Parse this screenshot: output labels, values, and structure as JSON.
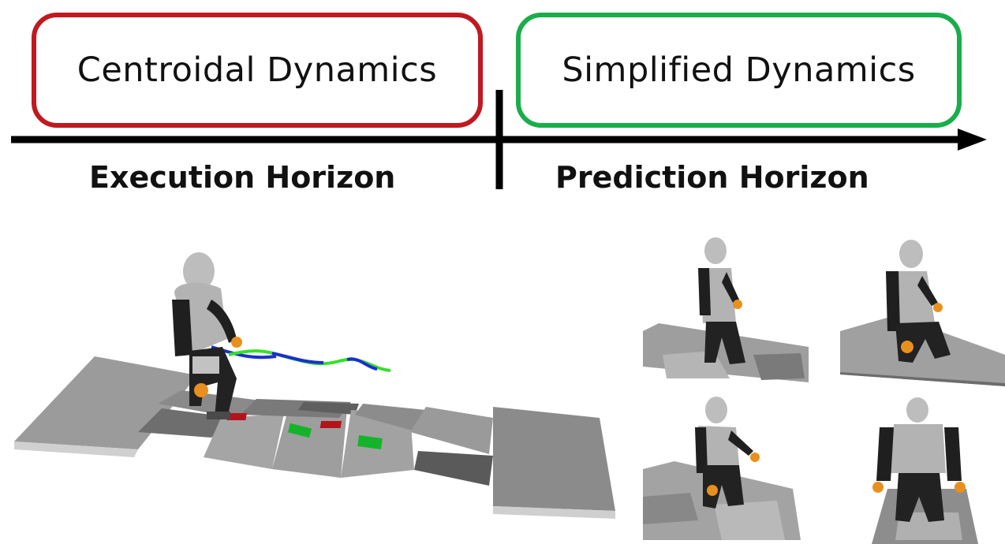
{
  "boxes": {
    "execution_model": {
      "label": "Centroidal Dynamics",
      "border_color": "#c0191f"
    },
    "prediction_model": {
      "label": "Simplified Dynamics",
      "border_color": "#1aad4b"
    }
  },
  "horizons": {
    "execution": "Execution Horizon",
    "prediction": "Prediction Horizon"
  },
  "colors": {
    "platform_light": "#a9a9a9",
    "platform_mid": "#8f8f8f",
    "platform_dark": "#5c5c5c",
    "trajectory_green": "#35e02a",
    "trajectory_blue": "#1a2fd0",
    "footstep_red": "#b3141c",
    "footstep_green": "#14b42a",
    "robot_body": "#b8b8b8",
    "robot_dark": "#1e1e1e",
    "robot_hand": "#e8901e"
  }
}
